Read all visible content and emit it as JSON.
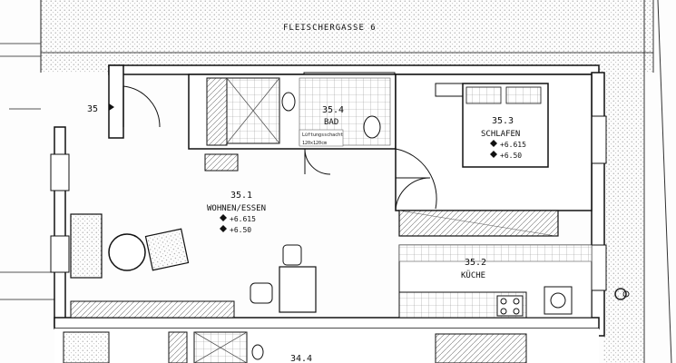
{
  "street": "FLEISCHERGASSE 6",
  "entrance": "35",
  "rooms": {
    "bad": {
      "number": "35.4",
      "name": "BAD",
      "note_top": "Lüftungsschacht",
      "note_bottom": "120x120cm"
    },
    "schlafen": {
      "number": "35.3",
      "name": "SCHLAFEN",
      "elev1": "+6.615",
      "elev2": "+6.50"
    },
    "wohnen": {
      "number": "35.1",
      "name": "WOHNEN/ESSEN",
      "elev1": "+6.615",
      "elev2": "+6.50"
    },
    "kueche": {
      "number": "35.2",
      "name": "KÜCHE"
    }
  },
  "lower_unit_label": "34.4"
}
